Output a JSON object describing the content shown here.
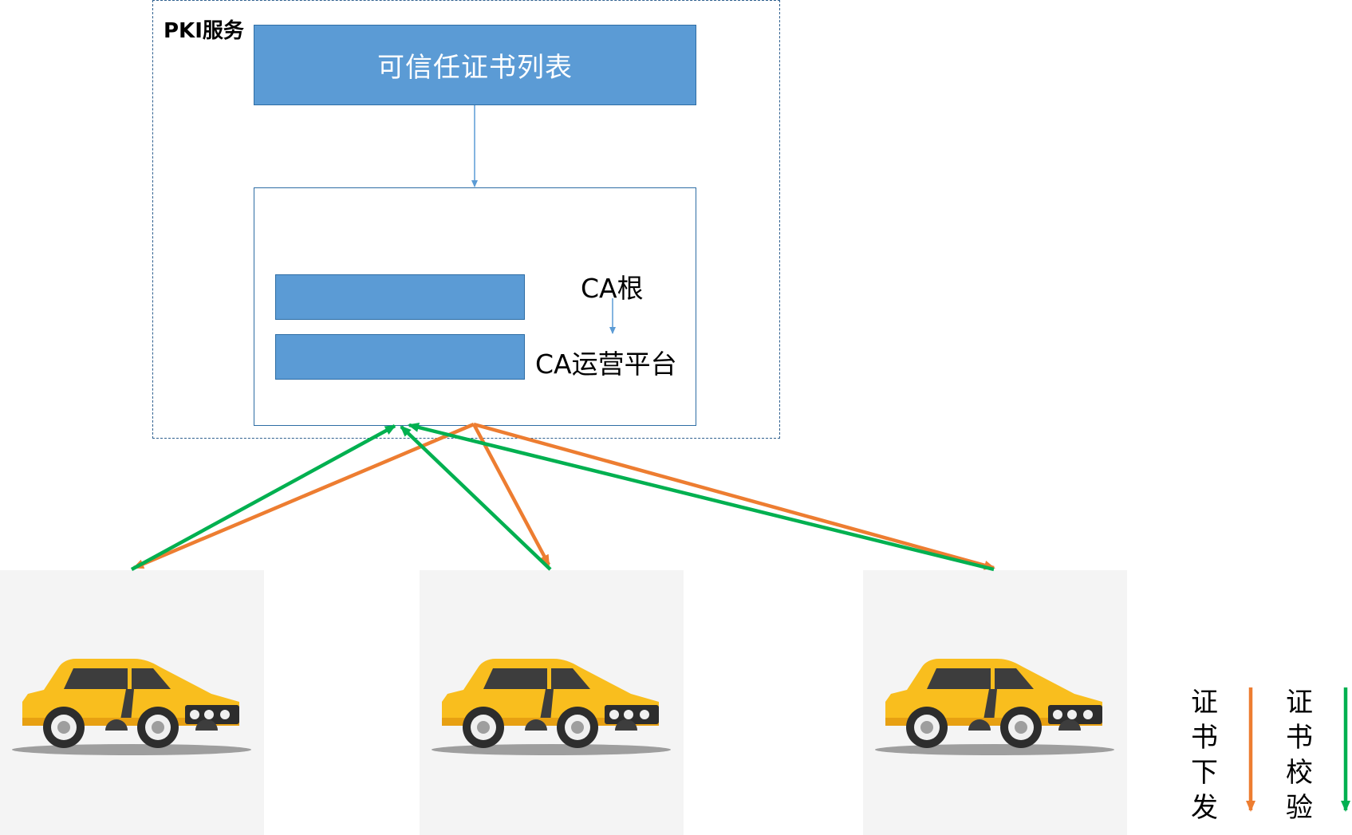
{
  "pki": {
    "label": "PKI服务"
  },
  "trust_list": {
    "label": "可信任证书列表"
  },
  "ca": {
    "root_label": "CA根",
    "ops_label": "CA运营平台"
  },
  "legend": {
    "issue_label": "证书下发",
    "verify_label": "证书校验"
  },
  "colors": {
    "box_fill": "#5b9bd5",
    "box_border": "#2e6da4",
    "issue_arrow": "#ed7d31",
    "verify_arrow": "#00b050",
    "car_body": "#f9be1e"
  }
}
